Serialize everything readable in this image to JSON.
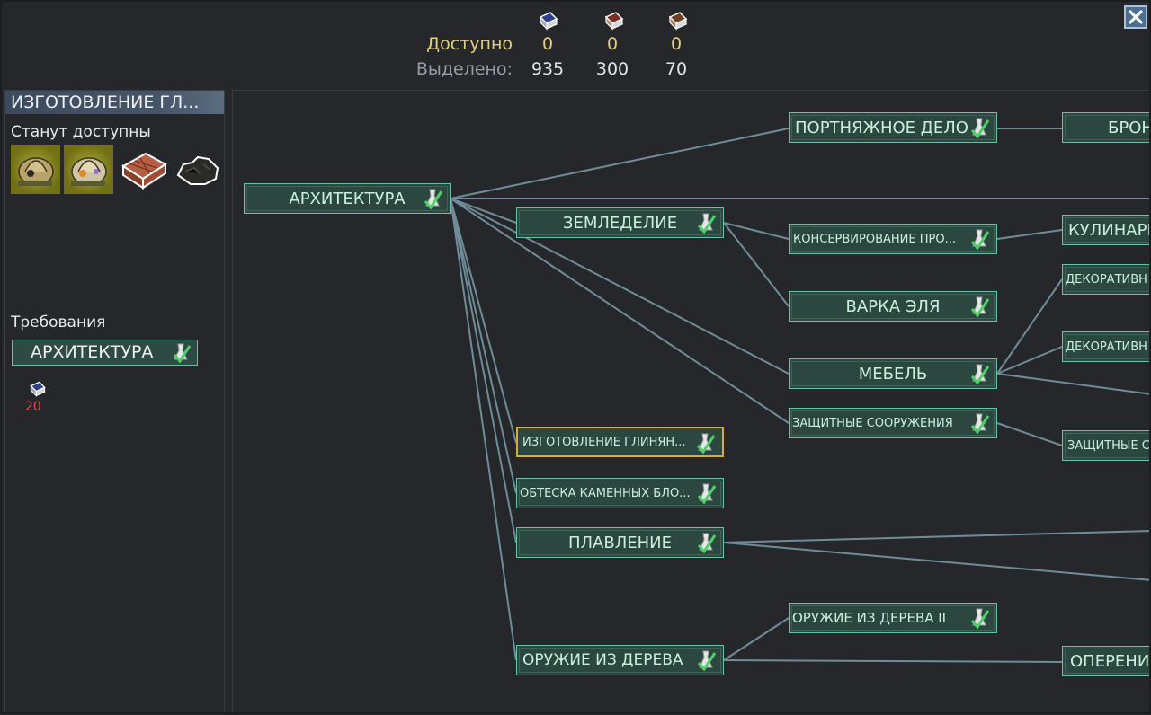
{
  "header": {
    "available_label": "Доступно",
    "allocated_label": "Выделено:",
    "resources": [
      {
        "icon": "blue-research-pack-icon",
        "available": "0",
        "allocated": "935"
      },
      {
        "icon": "red-research-pack-icon",
        "available": "0",
        "allocated": "300"
      },
      {
        "icon": "brown-research-pack-icon",
        "available": "0",
        "allocated": "70"
      }
    ],
    "close_icon": "close-icon"
  },
  "left_panel": {
    "title": "ИЗГОТОВЛЕНИЕ ГЛ...",
    "unlocks_label": "Станут доступны",
    "unlocks": [
      "kiln-building-icon",
      "kiln-building-lit-icon",
      "clay-brick-icon",
      "coal-icon"
    ],
    "requirements_label": "Требования",
    "requirement": "АРХИТЕКТУРА",
    "cost_icon": "blue-research-pack-icon",
    "cost_value": "20"
  },
  "tree": {
    "nodes": {
      "architecture": "АРХИТЕКТУРА",
      "tailoring": "ПОРТНЯЖНОЕ ДЕЛО",
      "bronze": "БРОН",
      "farming": "ЗЕМЛЕДЕЛИЕ",
      "preserving": "КОНСЕРВИРОВАНИЕ ПРО...",
      "culinary": "КУЛИНАРН",
      "brewing": "ВАРКА ЭЛЯ",
      "decor1": "ДЕКОРАТИВН",
      "decor2": "ДЕКОРАТИВН",
      "furniture": "МЕБЕЛЬ",
      "defenses": "ЗАЩИТНЫЕ СООРУЖЕНИЯ",
      "defenses2": "ЗАЩИТНЫЕ С",
      "pottery": "ИЗГОТОВЛЕНИЕ ГЛИНЯН...",
      "masonry": "ОБТЕСКА КАМЕННЫХ БЛО...",
      "smelting": "ПЛАВЛЕНИЕ",
      "wood_weapons2": "ОРУЖИЕ ИЗ ДЕРЕВА II",
      "wood_weapons": "ОРУЖИЕ ИЗ ДЕРЕВА",
      "fletching": "ОПЕРЕНИ"
    },
    "researched_icon": "researched-check-flask-icon",
    "colors": {
      "line": "#6f8d99",
      "node_border": "#6ac3a6",
      "selected_border": "#d9a93c"
    }
  }
}
